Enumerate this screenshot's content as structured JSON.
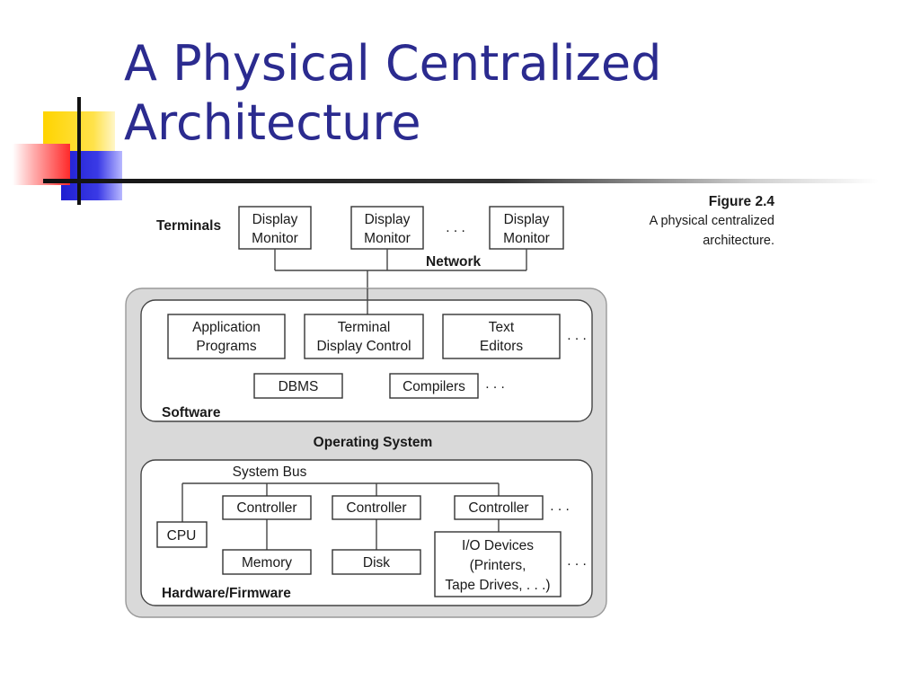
{
  "slide": {
    "title_line1": "A Physical Centralized",
    "title_line2": "Architecture"
  },
  "caption": {
    "figure": "Figure 2.4",
    "line1": "A physical centralized",
    "line2": "architecture."
  },
  "terminals": {
    "label": "Terminals",
    "monitor": [
      "Display",
      "Monitor"
    ],
    "ellipsis": ". . .",
    "network": "Network"
  },
  "software": {
    "label": "Software",
    "app_programs": [
      "Application",
      "Programs"
    ],
    "terminal_display_control": [
      "Terminal",
      "Display Control"
    ],
    "text_editors": [
      "Text",
      "Editors"
    ],
    "dbms": "DBMS",
    "compilers": "Compilers",
    "ellipsis": ". . ."
  },
  "operating_system": "Operating System",
  "hardware": {
    "label": "Hardware/Firmware",
    "system_bus": "System Bus",
    "cpu": "CPU",
    "controller": "Controller",
    "memory": "Memory",
    "disk": "Disk",
    "io_devices": [
      "I/O Devices",
      "(Printers,",
      "Tape Drives, . . .)"
    ],
    "ellipsis": ". . ."
  },
  "colors": {
    "title": "#2b2b8f",
    "deco_yellow": "#ffd400",
    "deco_blue": "#2a2adc",
    "deco_red": "#ff2a2a",
    "panel_gray": "#d9d9d9"
  }
}
